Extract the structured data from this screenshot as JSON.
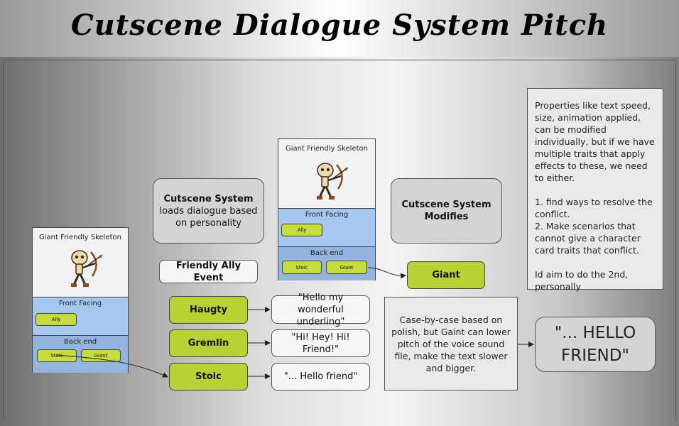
{
  "title": "Cutscene Dialogue System Pitch",
  "cards": [
    {
      "title": "Giant Friendly Skeleton",
      "front_label": "Front Facing",
      "front_chip": "Ally",
      "back_label": "Back end",
      "back_chips": [
        "Stoic",
        "Giant"
      ]
    },
    {
      "title": "Giant Friendly Skeleton",
      "front_label": "Front Facing",
      "front_chip": "Ally",
      "back_label": "Back end",
      "back_chips": [
        "Stoic",
        "Giant"
      ]
    }
  ],
  "cutscene_system": {
    "title": "Cutscene System",
    "body": "loads dialogue based on personality"
  },
  "cutscene_modifies": {
    "line1": "Cutscene System",
    "line2": "Modifies"
  },
  "event": "Friendly Ally Event",
  "personalities": [
    {
      "name": "Haugty",
      "line": "\"Hello my wonderful underling\""
    },
    {
      "name": "Gremlin",
      "line": "\"Hi! Hey! Hi! Friend!\""
    },
    {
      "name": "Stoic",
      "line": "\"... Hello friend\""
    }
  ],
  "giant": "Giant",
  "note": {
    "p1": "Properties like text speed, size, animation applied, can be modified individually, but if we have multiple traits that apply effects to these, we need to either.",
    "p2a": "1. find ways to resolve the conflict.",
    "p2b": "2. Make scenarios that cannot give a character card traits that conflict.",
    "p3": "Id aim to do the 2nd, personally"
  },
  "case_note": "Case-by-case based on polish, but Gaint can lower pitch of the voice sound file, make the text slower and bigger.",
  "result": "\"... HELLO FRIEND\""
}
